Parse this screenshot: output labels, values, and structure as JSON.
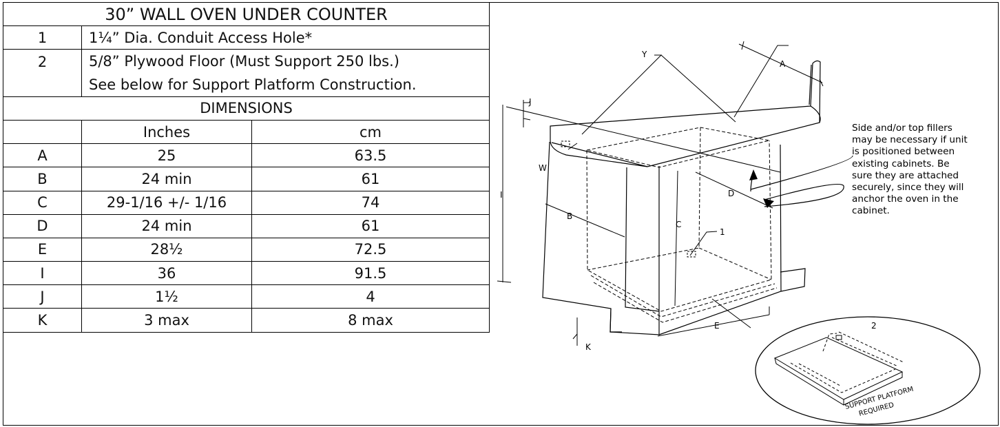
{
  "table": {
    "title": "30” WALL OVEN UNDER COUNTER",
    "items": [
      {
        "num": "1",
        "text": "1¼” Dia. Conduit Access Hole*"
      },
      {
        "num": "2",
        "text": "5/8” Plywood Floor (Must Support 250 lbs.)",
        "text2": "See below for Support Platform Construction."
      }
    ],
    "dimensions_heading": "DIMENSIONS",
    "col_inches": "Inches",
    "col_cm": "cm",
    "rows": [
      {
        "label": "A",
        "inches": "25",
        "cm": "63.5"
      },
      {
        "label": "B",
        "inches": "24 min",
        "cm": "61"
      },
      {
        "label": "C",
        "inches": "29-1/16 +/- 1/16",
        "cm": "74"
      },
      {
        "label": "D",
        "inches": "24 min",
        "cm": "61"
      },
      {
        "label": "E",
        "inches": "28½",
        "cm": "72.5"
      },
      {
        "label": "I",
        "inches": "36",
        "cm": "91.5"
      },
      {
        "label": "J",
        "inches": "1½",
        "cm": "4"
      },
      {
        "label": "K",
        "inches": "3 max",
        "cm": "8 max"
      }
    ]
  },
  "diagram": {
    "labels": {
      "Y": "Y",
      "A": "A",
      "J": "J",
      "W": "W",
      "I": "I",
      "B": "B",
      "C": "C",
      "D": "D",
      "E": "E",
      "K": "K",
      "one": "1",
      "two": "2"
    },
    "platform_label_line1": "SUPPORT PLATFORM",
    "platform_label_line2": "REQUIRED",
    "note_lines": [
      "Side and/or top fillers",
      "may be necessary if unit",
      "is positioned  between",
      "existing cabinets. Be",
      "sure they are attached",
      "securely, since they will",
      "anchor the oven in the",
      "cabinet."
    ]
  }
}
